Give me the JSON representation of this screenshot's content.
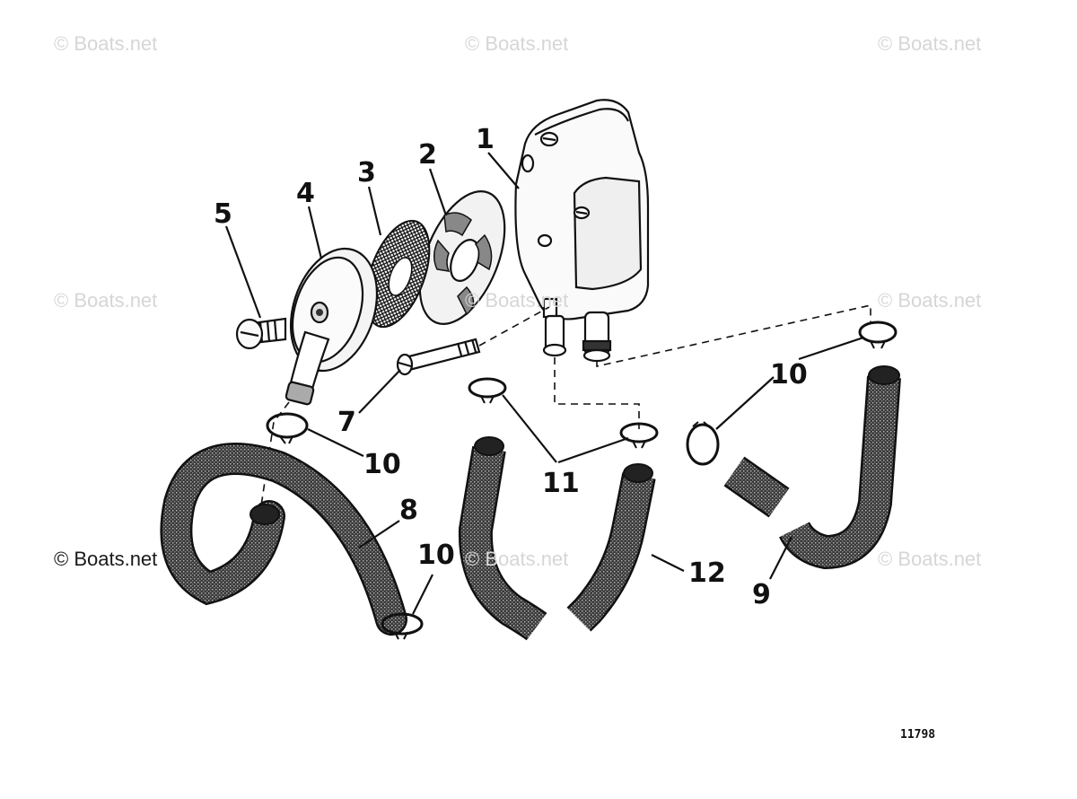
{
  "watermark": {
    "text": "© Boats.net",
    "color": "#d6d6d6"
  },
  "callouts": {
    "c1": "1",
    "c2": "2",
    "c3": "3",
    "c4": "4",
    "c5": "5",
    "c7": "7",
    "c8": "8",
    "c9": "9",
    "c10": "10",
    "c11": "11",
    "c12": "12"
  },
  "figure_number": "11798"
}
